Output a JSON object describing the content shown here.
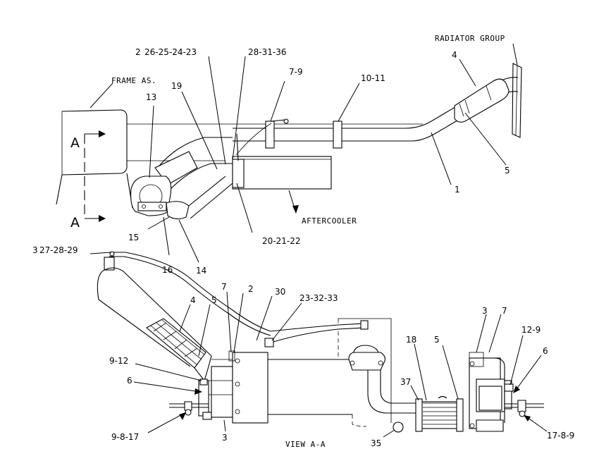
{
  "figure": {
    "labels_top": {
      "frame_as": "FRAME AS.",
      "radiator_group": "RADIATOR GROUP",
      "aftercooler": "AFTERCOOLER",
      "section_a_top": "A",
      "section_a_bottom": "A",
      "ref_26_25_24_23": "26-25-24-23",
      "ref_2_prefix": "2",
      "ref_28_31_36": "28-31-36",
      "ref_7_9": "7-9",
      "ref_10_11": "10-11",
      "ref_4": "4",
      "ref_13": "13",
      "ref_19": "19",
      "ref_5": "5",
      "ref_1": "1",
      "ref_20_21_22": "20-21-22",
      "ref_15": "15",
      "ref_16": "16",
      "ref_14": "14"
    },
    "labels_bottom": {
      "view_a_a": "VIEW A-A",
      "ref_27_28_29": "27-28-29",
      "ref_3_prefix": "3",
      "ref_4": "4",
      "ref_5_left": "5",
      "ref_7_left": "7",
      "ref_2": "2",
      "ref_30": "30",
      "ref_23_32_33": "23-32-33",
      "ref_9_12": "9-12",
      "ref_6_left": "6",
      "ref_9_8_17": "9-8-17",
      "ref_3_bottom": "3",
      "ref_35": "35",
      "ref_37": "37",
      "ref_18": "18",
      "ref_5_right": "5",
      "ref_3_right": "3",
      "ref_7_right": "7",
      "ref_12_9": "12-9",
      "ref_6_right": "6",
      "ref_17_8_9": "17-8-9"
    }
  }
}
